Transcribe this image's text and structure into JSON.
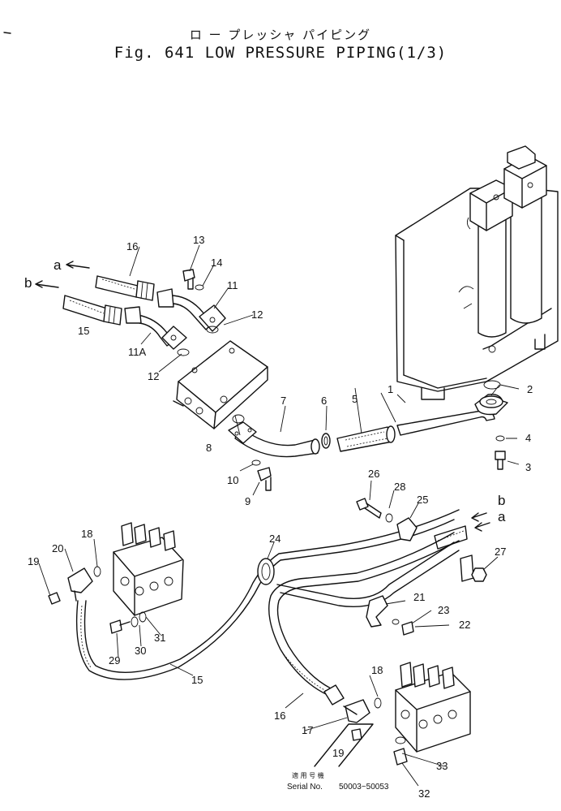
{
  "title": {
    "japanese": "ロ ー プレッシャ パイピング",
    "english": "Fig. 641 LOW PRESSURE PIPING(1/3)"
  },
  "part_callouts": [
    "1",
    "2",
    "3",
    "4",
    "5",
    "6",
    "7",
    "8",
    "9",
    "10",
    "11",
    "11A",
    "12",
    "13",
    "14",
    "15",
    "16",
    "17",
    "18",
    "19",
    "20",
    "21",
    "22",
    "23",
    "24",
    "25",
    "26",
    "27",
    "28",
    "29",
    "30",
    "31",
    "32",
    "33"
  ],
  "connection_letters": [
    "a",
    "b"
  ],
  "serial": {
    "label_jp": "適 用 号 機",
    "label": "Serial No.",
    "range": "50003~50053"
  }
}
